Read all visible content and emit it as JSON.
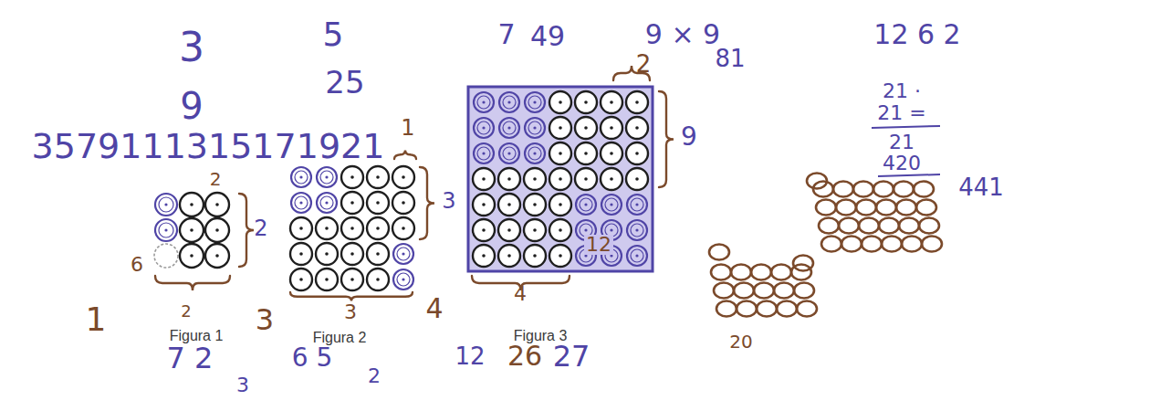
{
  "diagram": {
    "labels": [
      "3",
      "5",
      "7",
      "49",
      "9 × 9",
      "12 6 2",
      "81",
      "25",
      "21 ·",
      "9",
      "1",
      "21 =",
      "2",
      "9",
      "3579111315171921",
      "21",
      "420",
      "441",
      "2",
      "3",
      "2",
      "6",
      "1",
      "2",
      "3",
      "3",
      "4",
      "4",
      "12",
      "Figura 1",
      "Figura 2",
      "Figura 3",
      "20",
      "7 2",
      "6 5",
      "12",
      "26",
      "27",
      "3",
      "2"
    ]
  }
}
